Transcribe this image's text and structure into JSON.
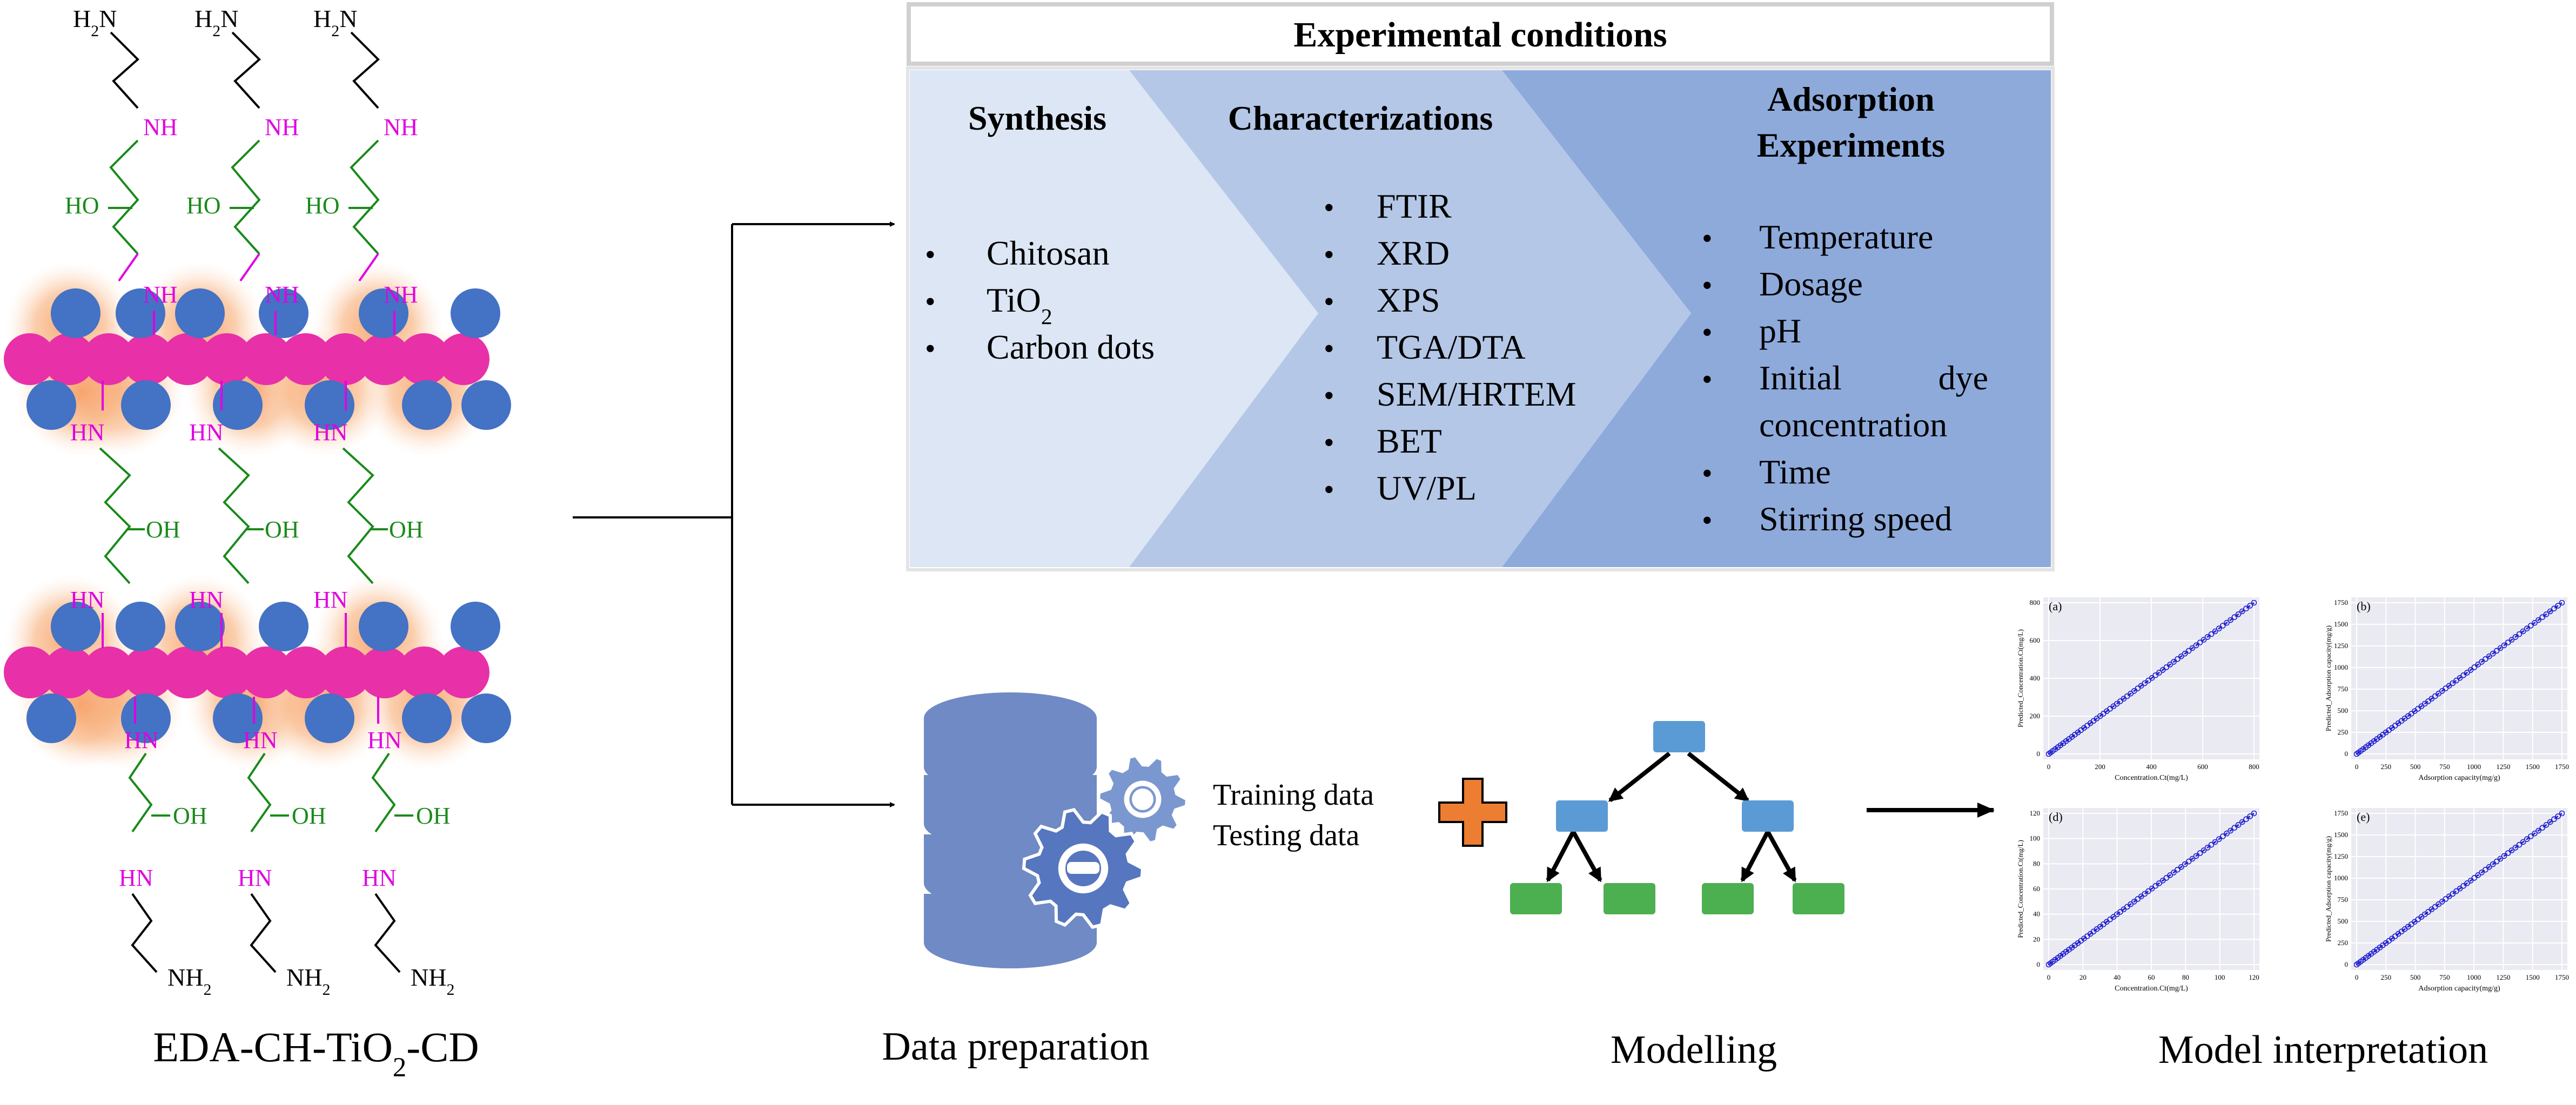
{
  "conditions": {
    "title": "Experimental conditions",
    "panels": [
      {
        "heading": [
          "Synthesis"
        ],
        "items": [
          "Chitosan",
          "TiO2",
          "Carbon dots"
        ]
      },
      {
        "heading": [
          "Characterizations"
        ],
        "items": [
          "FTIR",
          "XRD",
          "XPS",
          "TGA/DTA",
          "SEM/HRTEM",
          "BET",
          "UV/PL"
        ]
      },
      {
        "heading": [
          "Adsorption",
          "Experiments"
        ],
        "items": [
          "Temperature",
          "Dosage",
          "pH",
          "Initial dye concentration",
          "Time",
          "Stirring speed"
        ]
      }
    ]
  },
  "structure": {
    "label": "EDA-CH-TiO2-CD",
    "groups": {
      "h2n": "H2N",
      "nh": "NH",
      "hn": "HN",
      "ho": "HO",
      "oh": "OH",
      "nh2": "NH2"
    }
  },
  "data_prep": {
    "caption": "Data preparation",
    "lines": [
      "Training data",
      "Testing data"
    ]
  },
  "modelling": {
    "caption": "Modelling"
  },
  "interpretation": {
    "caption": "Model interpretation",
    "plots": [
      {
        "tag": "(a)",
        "xlabel": "Concentration.Ct(mg/L)",
        "ylabel": "Predicted_Concentration.Ct(mg/L)",
        "xticks": [
          "0",
          "200",
          "400",
          "600",
          "800"
        ],
        "yticks": [
          "0",
          "200",
          "400",
          "600",
          "800"
        ]
      },
      {
        "tag": "(b)",
        "xlabel": "Adsorption capacity(mg/g)",
        "ylabel": "Predicted_Adsorption capacity(mg/g)",
        "xticks": [
          "0",
          "250",
          "500",
          "750",
          "1000",
          "1250",
          "1500",
          "1750"
        ],
        "yticks": [
          "0",
          "250",
          "500",
          "750",
          "1000",
          "1250",
          "1500",
          "1750"
        ]
      },
      {
        "tag": "(d)",
        "xlabel": "Concentration.Ct(mg/L)",
        "ylabel": "Predicted_Concentration.Ct(mg/L)",
        "xticks": [
          "0",
          "20",
          "40",
          "60",
          "80",
          "100",
          "120"
        ],
        "yticks": [
          "0",
          "20",
          "40",
          "60",
          "80",
          "100",
          "120"
        ]
      },
      {
        "tag": "(e)",
        "xlabel": "Adsorption capacity(mg/g)",
        "ylabel": "Predicted_Adsorption capacity(mg/g)",
        "xticks": [
          "0",
          "250",
          "500",
          "750",
          "1000",
          "1250",
          "1500",
          "1750"
        ],
        "yticks": [
          "0",
          "250",
          "500",
          "750",
          "1000",
          "1250",
          "1500",
          "1750"
        ]
      }
    ]
  },
  "colors": {
    "panel1": "#dce6f4",
    "panel2": "#b4c7e7",
    "panel3": "#8eaadb",
    "title_border": "#d0d0d0",
    "amine": "#e000e0",
    "hydroxyl_chain": "#1a8a1a",
    "nanoparticle": "#4472c4",
    "chitosan": "#e830a8",
    "glow": "#f7a26a",
    "database": "#6f8ac4",
    "gear": "#5676bf",
    "plus": "#ed7d31",
    "tree_node_top": "#5b9bd5",
    "tree_node_leaf": "#4caf50",
    "plot_bg": "#eaeaf2",
    "plot_point": "#1a1ad0"
  },
  "icons": [
    "database-icon",
    "gear-icon",
    "plus-icon",
    "decision-tree-icon",
    "arrow-right-icon"
  ]
}
